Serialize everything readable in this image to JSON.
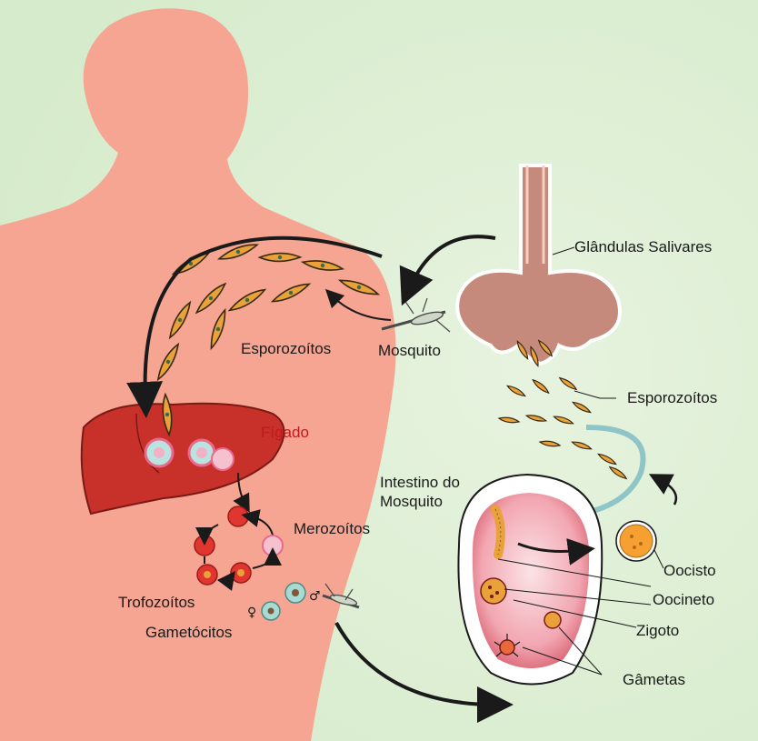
{
  "labels": {
    "salivary_glands": "Glândulas Salivares",
    "sporozoites_human": "Esporozoítos",
    "mosquito_top": "Mosquito",
    "sporozoites_mosquito": "Esporozoítos",
    "liver": "Fígado",
    "mosquito_gut_line1": "Intestino do",
    "mosquito_gut_line2": "Mosquito",
    "merozoites": "Merozoítos",
    "trophozoites": "Trofozoítos",
    "gametocytes": "Gametócitos",
    "oocyst": "Oocisto",
    "ookinete": "Oocineto",
    "zygote": "Zigoto",
    "gametes": "Gâmetas"
  },
  "colors": {
    "skin": "#f5a592",
    "background_green": "#e2f1da",
    "liver": "#c8302a",
    "parasite": "#e9a13a",
    "label_red": "#c0191e",
    "text": "#1a1a1a"
  }
}
